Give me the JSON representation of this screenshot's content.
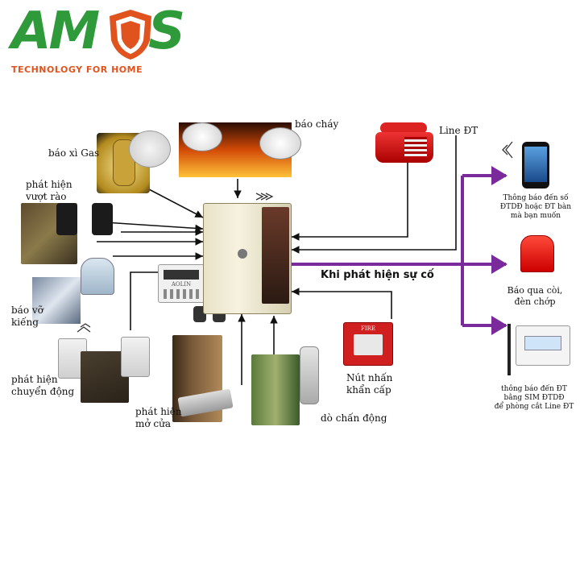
{
  "logo": {
    "letters_left": "AM",
    "letters_right": "S",
    "tagline": "TECHNOLOGY FOR HOME"
  },
  "sensors": {
    "gas": "báo xì Gas",
    "fire": "báo cháy",
    "fence_line1": "phát hiện",
    "fence_line2": "vượt rào",
    "glass_line1": "báo vỡ",
    "glass_line2": "kiếng",
    "motion_line1": "phát hiện",
    "motion_line2": "chuyển động",
    "door_line1": "phát hiện",
    "door_line2": "mở cửa",
    "vibration": "dò chấn động",
    "button_line1": "Nút nhấn",
    "button_line2": "khẩn cấp"
  },
  "phone_line": "Line ĐT",
  "incident": "Khi phát hiện sự cố",
  "outputs": {
    "mobile_line1": "Thông báo đến số",
    "mobile_line2": "ĐTDĐ hoặc ĐT bàn",
    "mobile_line3": "mà bạn muốn",
    "siren_line1": "Báo qua còi,",
    "siren_line2": "đèn chớp",
    "gsm_line1": "thông báo đến ĐT",
    "gsm_line2": "bằng SIM ĐTDĐ",
    "gsm_line3": "để phòng cắt Line ĐT"
  },
  "device_text": {
    "fire_box": "FIRE",
    "panel_brand": "AOLIN"
  },
  "colors": {
    "logo_green": "#2e9a3a",
    "logo_orange": "#e0531f",
    "output_arrows": "#7a2a9a",
    "input_arrows": "#111111"
  }
}
